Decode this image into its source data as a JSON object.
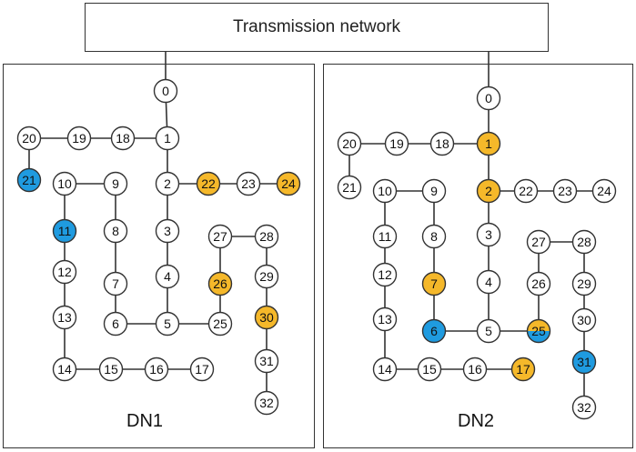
{
  "header": {
    "title": "Transmission network"
  },
  "panels": [
    {
      "label": "DN1"
    },
    {
      "label": "DN2"
    }
  ],
  "colors": {
    "normal": "#ffffff",
    "orange": "#f5b82a",
    "blue": "#1f9be0",
    "stroke": "#333333",
    "line": "#333333"
  },
  "diagram": {
    "dn1": {
      "edges": [
        [
          0,
          1
        ],
        [
          1,
          2
        ],
        [
          2,
          3
        ],
        [
          3,
          4
        ],
        [
          4,
          5
        ],
        [
          5,
          6
        ],
        [
          6,
          7
        ],
        [
          7,
          8
        ],
        [
          8,
          9
        ],
        [
          9,
          10
        ],
        [
          10,
          11
        ],
        [
          11,
          12
        ],
        [
          12,
          13
        ],
        [
          13,
          14
        ],
        [
          14,
          15
        ],
        [
          15,
          16
        ],
        [
          16,
          17
        ],
        [
          1,
          18
        ],
        [
          18,
          19
        ],
        [
          19,
          20
        ],
        [
          20,
          21
        ],
        [
          2,
          22
        ],
        [
          22,
          23
        ],
        [
          23,
          24
        ],
        [
          5,
          25
        ],
        [
          25,
          26
        ],
        [
          26,
          27
        ],
        [
          27,
          28
        ],
        [
          28,
          29
        ],
        [
          29,
          30
        ],
        [
          30,
          31
        ],
        [
          31,
          32
        ]
      ],
      "status": {
        "21": "blue",
        "11": "blue",
        "22": "orange",
        "24": "orange",
        "26": "orange",
        "30": "orange"
      }
    },
    "dn2": {
      "edges": [
        [
          0,
          1
        ],
        [
          1,
          2
        ],
        [
          2,
          3
        ],
        [
          3,
          4
        ],
        [
          4,
          5
        ],
        [
          5,
          6
        ],
        [
          6,
          7
        ],
        [
          7,
          8
        ],
        [
          8,
          9
        ],
        [
          9,
          10
        ],
        [
          10,
          11
        ],
        [
          11,
          12
        ],
        [
          12,
          13
        ],
        [
          13,
          14
        ],
        [
          14,
          15
        ],
        [
          15,
          16
        ],
        [
          16,
          17
        ],
        [
          1,
          18
        ],
        [
          18,
          19
        ],
        [
          19,
          20
        ],
        [
          20,
          21
        ],
        [
          2,
          22
        ],
        [
          22,
          23
        ],
        [
          23,
          24
        ],
        [
          5,
          25
        ],
        [
          25,
          26
        ],
        [
          26,
          27
        ],
        [
          27,
          28
        ],
        [
          28,
          29
        ],
        [
          29,
          30
        ],
        [
          30,
          31
        ],
        [
          31,
          32
        ]
      ],
      "status": {
        "1": "orange",
        "2": "orange",
        "7": "orange",
        "17": "orange",
        "6": "blue",
        "31": "blue",
        "25": "split"
      }
    }
  }
}
